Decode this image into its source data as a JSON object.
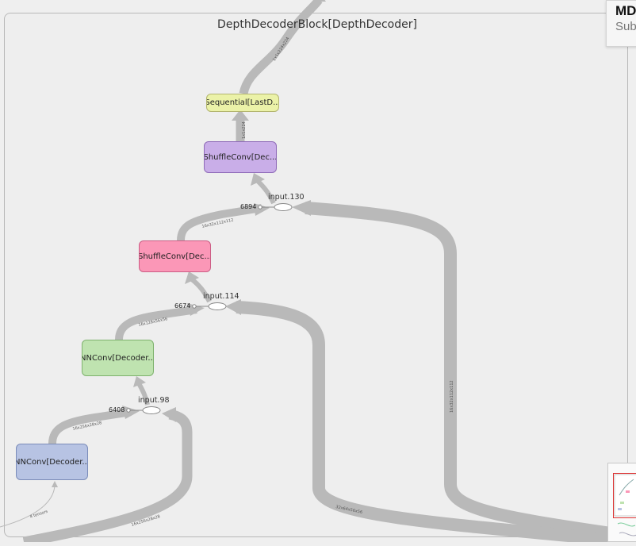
{
  "group": {
    "title": "DepthDecoderBlock[DepthDecoder]"
  },
  "nodes": {
    "sequential": "Sequential[LastD...",
    "shuffle_conv_1": "ShuffleConv[Dec...",
    "shuffle_conv_2": "ShuffleConv[Dec...",
    "nn_conv_1": "NNConv[Decoder...",
    "nn_conv_2": "NNConv[Decoder..."
  },
  "ops": {
    "input_130": {
      "label": "input.130",
      "const": "6894"
    },
    "input_114": {
      "label": "input.114",
      "const": "6674"
    },
    "input_98": {
      "label": "input.98",
      "const": "6408"
    }
  },
  "edge_labels": {
    "e_top": "1x1x224x224",
    "e_seq": "1x1x224",
    "e_shuf2_out": "16x32x112x112",
    "e_right_long": "16x32x112x112",
    "e_nn1_out": "16x128x56x56",
    "e_nn2_out": "16x256x28x28",
    "e_bottom_mid": "16x256x28x28",
    "e_bottom_right": "32x64x56x56",
    "e_tensors": "4 tensors"
  },
  "info_card": {
    "title": "MD",
    "subtitle": "Sub"
  },
  "colors": {
    "edge": "#b9b9b9",
    "sequential": "#ebf2a8",
    "shuffle_conv_1": "#c9aee8",
    "shuffle_conv_2": "#fb97b7",
    "nn_conv_1": "#bfe3b0",
    "nn_conv_2": "#b7c3e3"
  }
}
